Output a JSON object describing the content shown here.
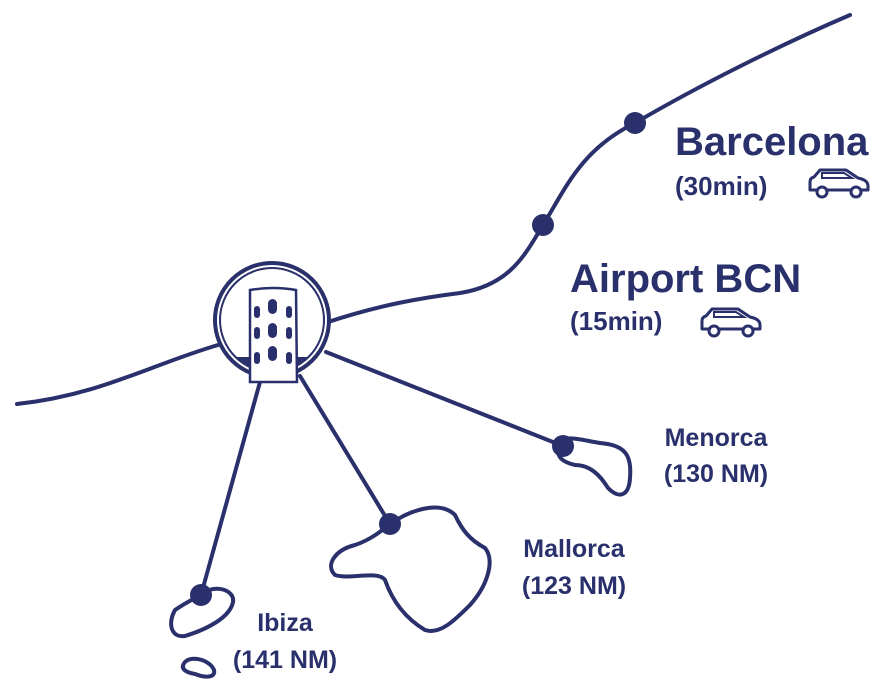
{
  "colors": {
    "primary": "#29306b",
    "background": "#ffffff"
  },
  "destinations": {
    "barcelona": {
      "name": "Barcelona",
      "time": "(30min)",
      "icon": "car-icon"
    },
    "airport": {
      "name": "Airport BCN",
      "time": "(15min)",
      "icon": "car-icon"
    },
    "menorca": {
      "name": "Menorca",
      "distance": "(130 NM)"
    },
    "mallorca": {
      "name": "Mallorca",
      "distance": "(123 NM)"
    },
    "ibiza": {
      "name": "Ibiza",
      "distance": "(141 NM)"
    }
  },
  "center": {
    "icon": "tower-icon"
  }
}
